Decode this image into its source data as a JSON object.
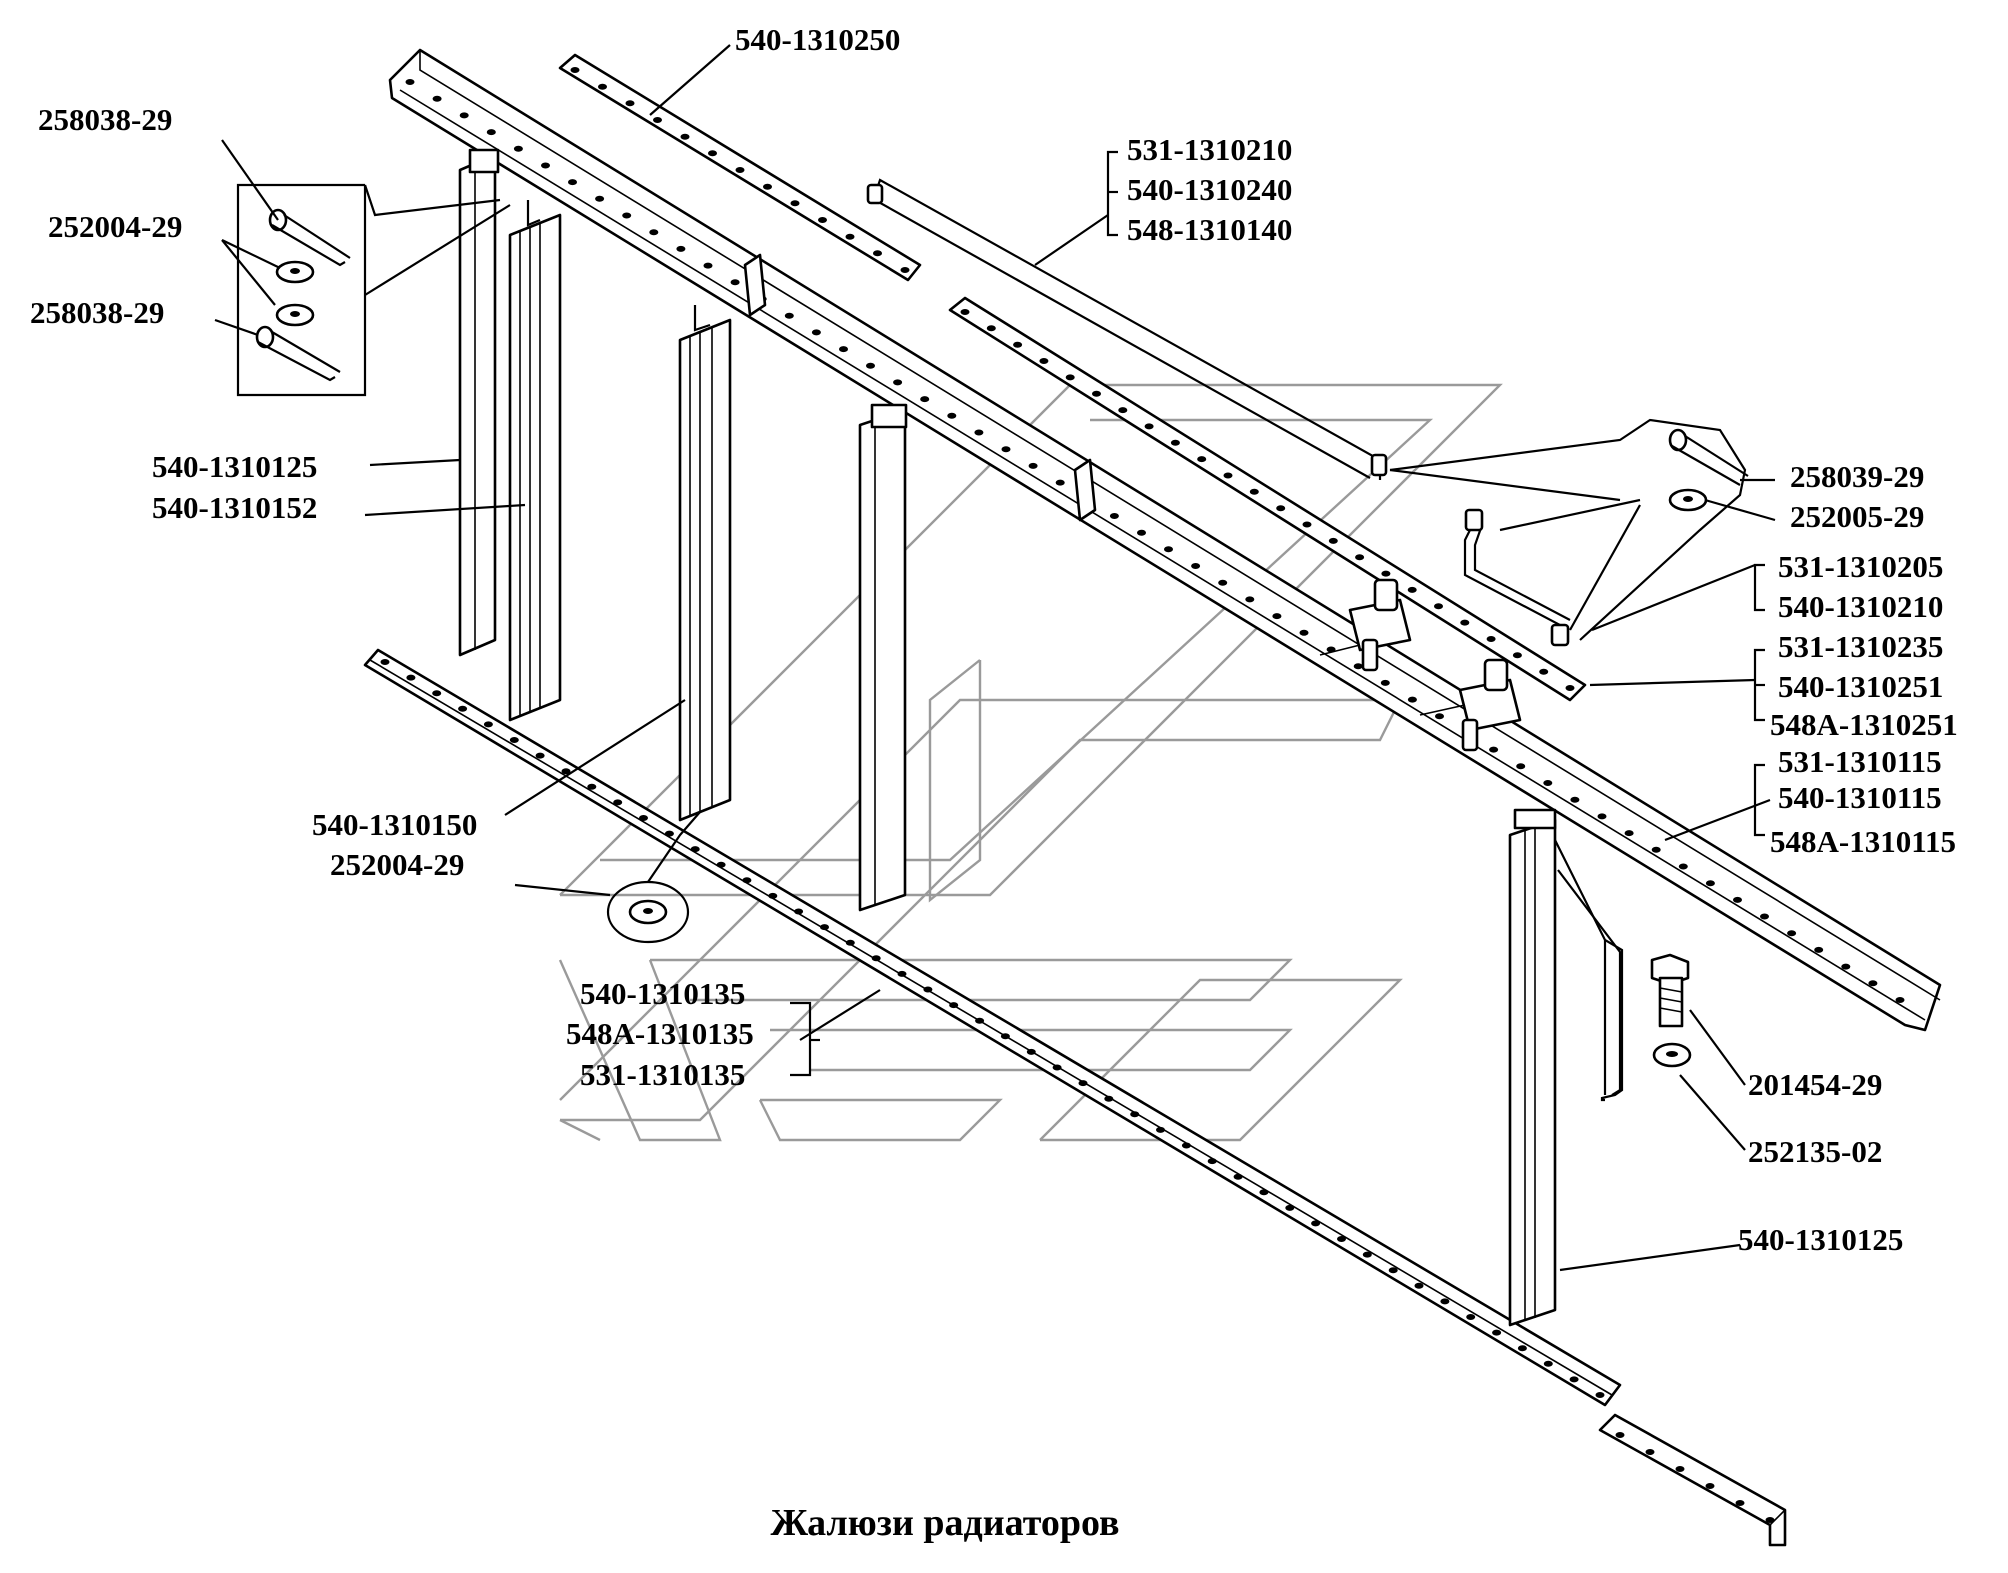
{
  "title": "Жалюзи радиаторов",
  "labels": {
    "p540_1310250": "540-1310250",
    "p258038_29_top": "258038-29",
    "p252004_29_top": "252004-29",
    "p258038_29_bot": "258038-29",
    "p531_1310210": "531-1310210",
    "p540_1310240": "540-1310240",
    "p548_1310140": "548-1310140",
    "p540_1310125_left": "540-1310125",
    "p540_1310152": "540-1310152",
    "p258039_29": "258039-29",
    "p252005_29": "252005-29",
    "p531_1310205": "531-1310205",
    "p540_1310210": "540-1310210",
    "p531_1310235": "531-1310235",
    "p540_1310251": "540-1310251",
    "p548A_1310251": "548А-1310251",
    "p531_1310115": "531-1310115",
    "p540_1310115": "540-1310115",
    "p548A_1310115": "548А-1310115",
    "p540_1310150": "540-1310150",
    "p252004_29_mid": "252004-29",
    "p540_1310135": "540-1310135",
    "p548A_1310135": "548А-1310135",
    "p531_1310135": "531-1310135",
    "p201454_29": "201454-29",
    "p252135_02": "252135-02",
    "p540_1310125_right": "540-1310125"
  },
  "colors": {
    "ink": "#000000",
    "watermark": "#9a9a9a",
    "background": "#ffffff"
  }
}
